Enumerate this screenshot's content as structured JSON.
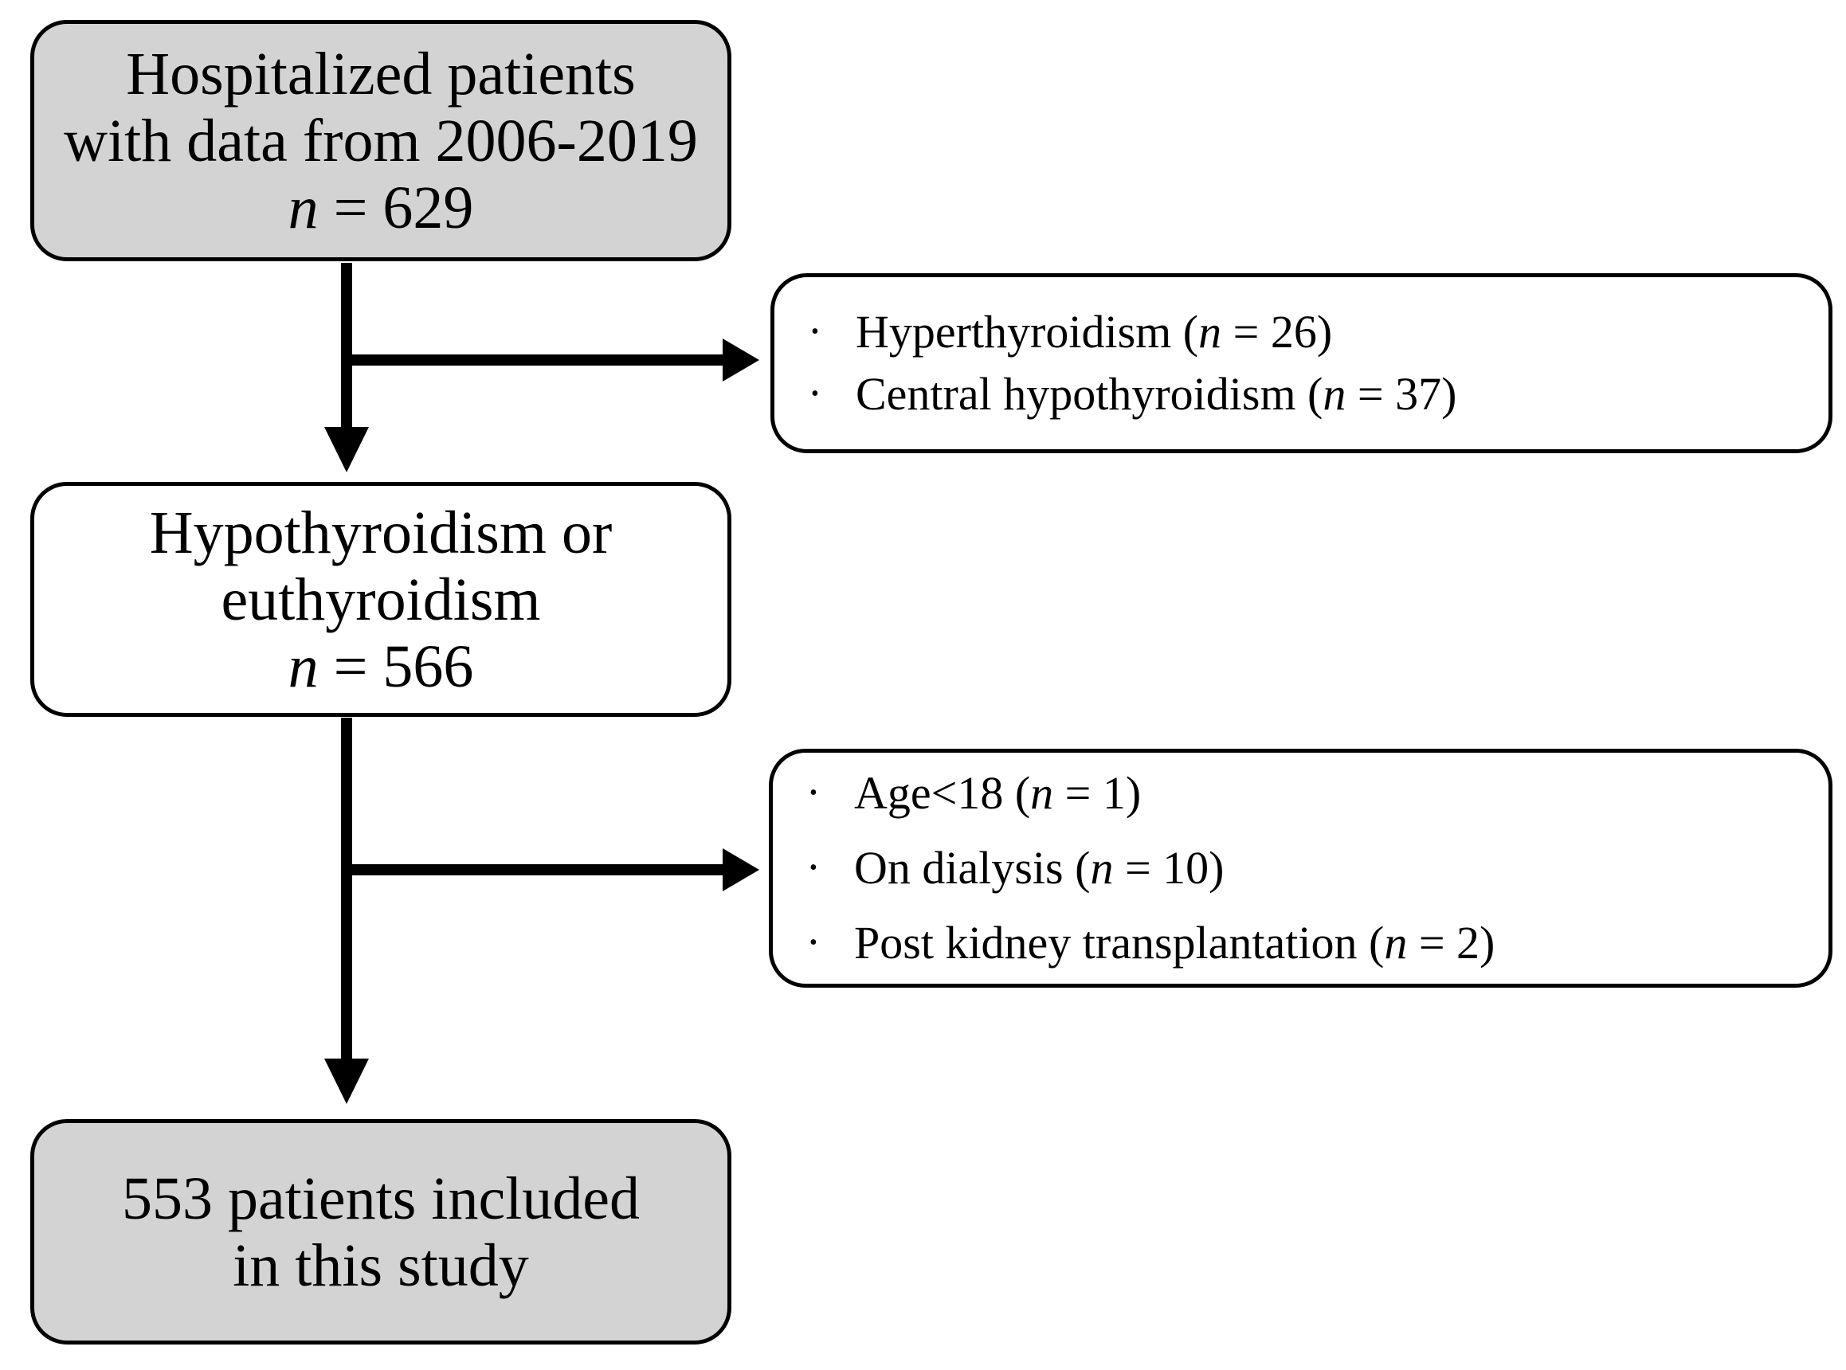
{
  "figure": {
    "kind": "patient-flow-diagram",
    "colors": {
      "box_fill_gray": "#d3d3d3",
      "box_fill_white": "#ffffff",
      "border": "#000000",
      "arrow": "#000000",
      "background": "#ffffff"
    }
  },
  "glyphs": {
    "bullet": "•"
  },
  "boxes": {
    "source": {
      "line1": "Hospitalized patients",
      "line2": "with data from 2006-2019",
      "count_var": "n",
      "count_rest": " = 629"
    },
    "exclusion1": {
      "items": [
        {
          "pre": "Hyperthyroidism (",
          "var": "n",
          "post": " = 26)"
        },
        {
          "pre": "Central hypothyroidism (",
          "var": "n",
          "post": " = 37)"
        }
      ]
    },
    "eligible": {
      "line1": "Hypothyroidism or",
      "line2": "euthyroidism",
      "count_var": "n",
      "count_rest": " = 566"
    },
    "exclusion2": {
      "items": [
        {
          "pre": "Age<18 (",
          "var": "n",
          "post": " = 1)"
        },
        {
          "pre": "On dialysis (",
          "var": "n",
          "post": " = 10)"
        },
        {
          "pre": "Post kidney transplantation (",
          "var": "n",
          "post": " = 2)"
        }
      ]
    },
    "included": {
      "line1": "553 patients included",
      "line2": "in this study"
    }
  }
}
